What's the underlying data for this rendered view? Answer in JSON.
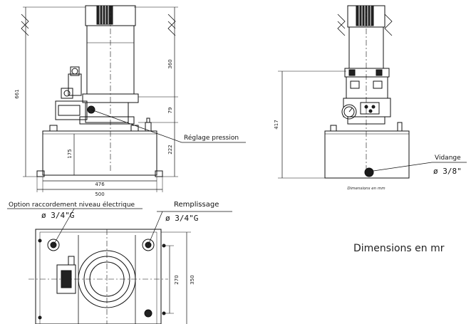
{
  "dimensions": {
    "total_height": "661",
    "motor": "360",
    "valve_block": "79",
    "tank_top": "222",
    "tank_height": "175",
    "inner_width": "476",
    "outer_width": "500",
    "side_height": "417",
    "plan_inner": "270",
    "plan_outer": "350"
  },
  "labels": {
    "pressure_adjust": "Réglage pression",
    "drain": "Vidange",
    "drain_size": "ø  3/8\"",
    "electrical_option": "Option raccordement niveau électrique",
    "electrical_size": "ø  3/4\"G",
    "filling": "Remplissage",
    "filling_size": "ø  3/4\"G",
    "units_small": "Dimensions en mm",
    "units_large": "Dimensions en mr"
  },
  "colors": {
    "line": "#111111",
    "fill_dark": "#1a1a1a",
    "background": "#ffffff"
  }
}
